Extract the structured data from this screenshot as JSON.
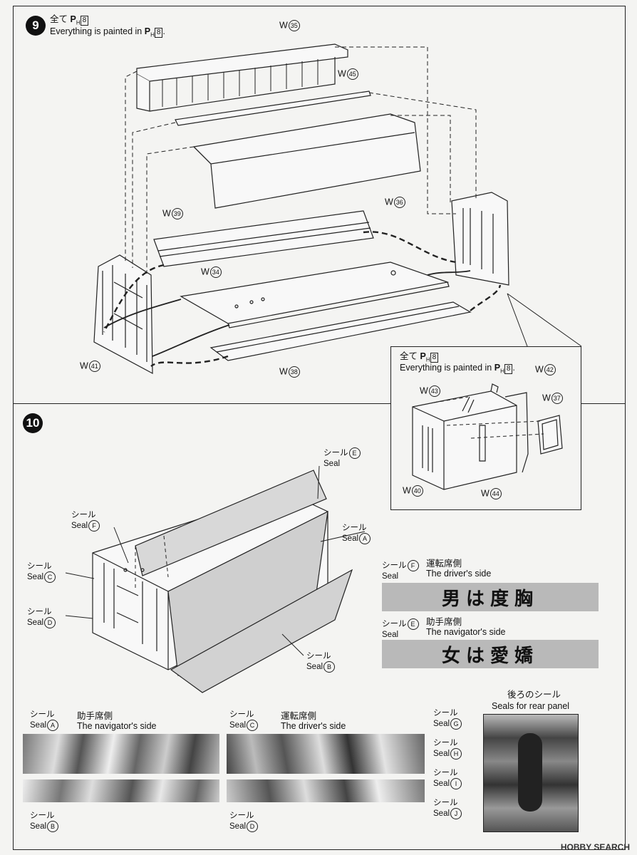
{
  "step9": {
    "number": "9",
    "note_jp": "全て",
    "note_en": "Everything is painted in",
    "paint_code_prefix": "P",
    "paint_code_sub": "H",
    "paint_number": "8",
    "parts": {
      "w35": {
        "letter": "W",
        "num": "35"
      },
      "w45": {
        "letter": "W",
        "num": "45"
      },
      "w36": {
        "letter": "W",
        "num": "36"
      },
      "w39": {
        "letter": "W",
        "num": "39"
      },
      "w34": {
        "letter": "W",
        "num": "34"
      },
      "w41": {
        "letter": "W",
        "num": "41"
      },
      "w38": {
        "letter": "W",
        "num": "38"
      }
    }
  },
  "callout": {
    "note_jp": "全て",
    "note_en": "Everything is painted in",
    "paint_number": "8",
    "parts": {
      "w43": {
        "letter": "W",
        "num": "43"
      },
      "w42": {
        "letter": "W",
        "num": "42"
      },
      "w37": {
        "letter": "W",
        "num": "37"
      },
      "w40": {
        "letter": "W",
        "num": "40"
      },
      "w44": {
        "letter": "W",
        "num": "44"
      }
    }
  },
  "step10": {
    "number": "10",
    "seal_jp": "シール",
    "seal_en": "Seal",
    "labels": {
      "E": "E",
      "F": "F",
      "A": "A",
      "C": "C",
      "D": "D",
      "B": "B"
    },
    "driver_side": {
      "seal": "F",
      "jp": "運転席側",
      "en": "The driver's side",
      "banner": "男は度胸"
    },
    "navigator_side": {
      "seal": "E",
      "jp": "助手席側",
      "en": "The navigator's side",
      "banner": "女は愛嬌"
    },
    "bottom_left": {
      "seal": "A",
      "jp": "助手席側",
      "en": "The navigator's side",
      "seal_b": "B"
    },
    "bottom_mid": {
      "seal": "C",
      "jp": "運転席側",
      "en": "The driver's side",
      "seal_d": "D"
    },
    "rear": {
      "jp": "後ろのシール",
      "en": "Seals for rear panel",
      "seals": [
        "G",
        "H",
        "I",
        "J"
      ]
    }
  },
  "watermark": "HOBBY SEARCH",
  "colors": {
    "ink": "#111111",
    "paper": "#f4f4f2",
    "banner": "#b9b9b9"
  }
}
